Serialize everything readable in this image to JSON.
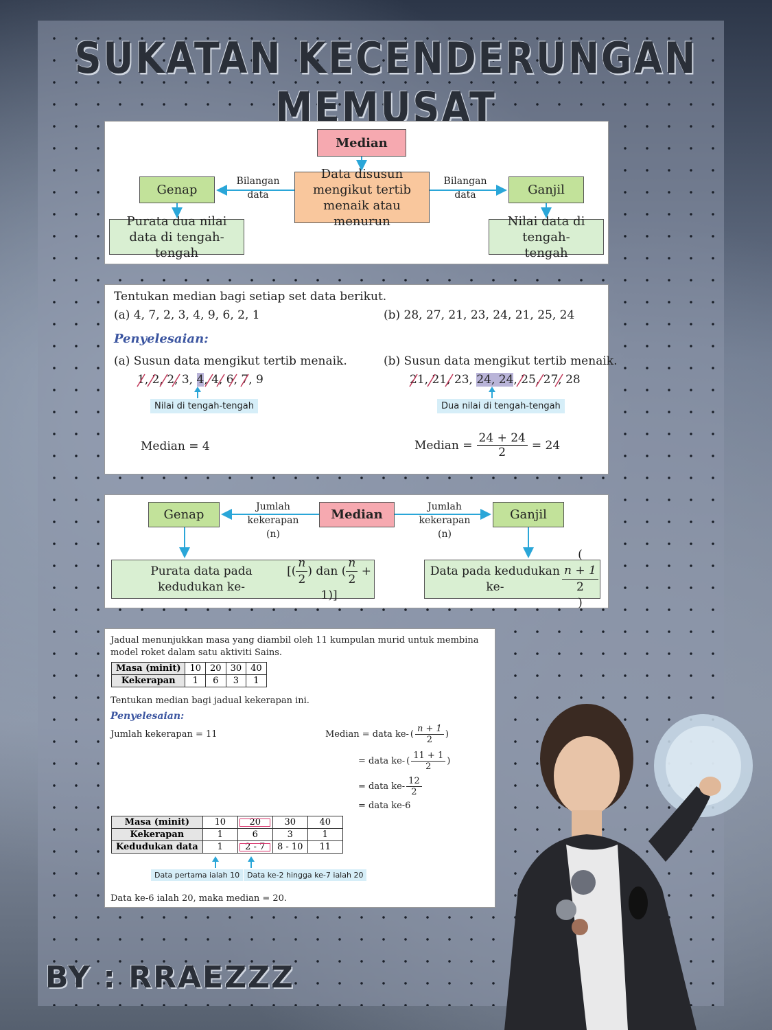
{
  "title": "SUKATAN KECENDERUNGAN MEMUSAT",
  "byline": "BY : RRAEZZZ",
  "flow1": {
    "median": "Median",
    "center": "Data disusun mengikut tertib menaik atau menurun",
    "left_label": "Bilangan data",
    "right_label": "Bilangan data",
    "even": "Genap",
    "odd": "Ganjil",
    "even_desc": "Purata dua nilai data di tengah-tengah",
    "odd_desc": "Nilai data di tengah-tengah"
  },
  "example1": {
    "question": "Tentukan median bagi setiap set data berikut.",
    "a": "(a) 4, 7, 2, 3, 4, 9, 6, 2, 1",
    "b": "(b) 28, 27, 21, 23, 24, 21, 25, 24",
    "solution": "Penyelesaian:",
    "a_step": "(a) Susun data mengikut tertib menaik.",
    "b_step": "(b) Susun data mengikut tertib menaik.",
    "a_sorted_pre": "1, 2, 2, 3, ",
    "a_sorted_mid": "4",
    "a_sorted_post": ", 4, 6, 7, 9",
    "b_sorted_pre": "21, 21, 23, ",
    "b_sorted_mid": "24, 24",
    "b_sorted_post": ", 25, 27, 28",
    "a_note": "Nilai di tengah-tengah",
    "b_note": "Dua nilai di tengah-tengah",
    "a_result": "Median = 4",
    "b_result_label": "Median =",
    "b_result_num": "24 + 24",
    "b_result_den": "2",
    "b_result_val": "= 24"
  },
  "flow2": {
    "median": "Median",
    "even": "Genap",
    "odd": "Ganjil",
    "left_label": "Jumlah kekerapan (n)",
    "right_label": "Jumlah kekerapan (n)",
    "even_desc": "Purata data pada kedudukan ke-",
    "odd_desc": "Data pada kedudukan ke-"
  },
  "example2": {
    "intro": "Jadual menunjukkan masa yang diambil oleh 11 kumpulan murid untuk membina model roket dalam satu aktiviti Sains.",
    "table1": {
      "rows": [
        [
          "Masa (minit)",
          "10",
          "20",
          "30",
          "40"
        ],
        [
          "Kekerapan",
          "1",
          "6",
          "3",
          "1"
        ]
      ]
    },
    "question": "Tentukan median bagi jadual kekerapan ini.",
    "solution": "Penyelesaian:",
    "total": "Jumlah kekerapan = 11",
    "steps": [
      "Median = data ke-",
      "= data ke-",
      "= data ke-",
      "= data ke-6"
    ],
    "frac1_num": "n + 1",
    "frac1_den": "2",
    "frac2_num": "11 + 1",
    "frac2_den": "2",
    "frac3_num": "12",
    "frac3_den": "2",
    "table2": {
      "rows": [
        [
          "Masa (minit)",
          "10",
          "20",
          "30",
          "40"
        ],
        [
          "Kekerapan",
          "1",
          "6",
          "3",
          "1"
        ],
        [
          "Kedudukan data",
          "1",
          "2 - 7",
          "8 - 10",
          "11"
        ]
      ]
    },
    "note1": "Data pertama ialah 10",
    "note2": "Data ke-2 hingga ke-7 ialah 20",
    "conclusion": "Data ke-6 ialah 20, maka median = 20."
  }
}
